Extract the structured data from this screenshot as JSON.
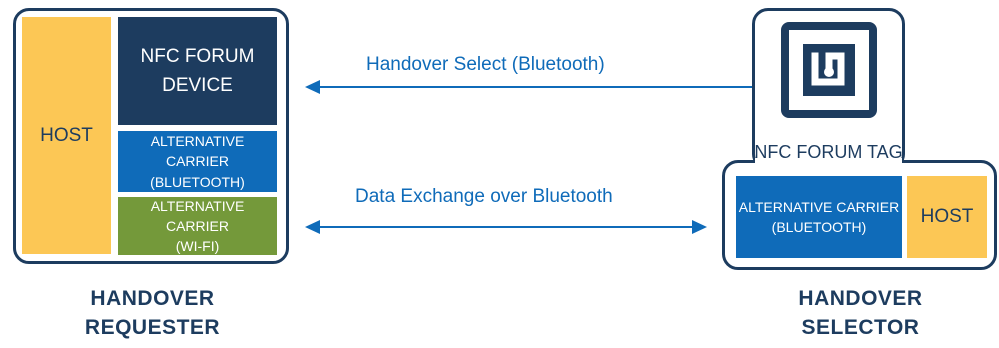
{
  "requester": {
    "host_label": "HOST",
    "nfc_device_label": "NFC FORUM\nDEVICE",
    "alt_carrier_bluetooth_label": "ALTERNATIVE CARRIER\n(BLUETOOTH)",
    "alt_carrier_wifi_label": "ALTERNATIVE CARRIER\n(WI-FI)",
    "caption": "HANDOVER\nREQUESTER"
  },
  "selector": {
    "tag_label": "NFC FORUM TAG",
    "alt_carrier_bluetooth_label": "ALTERNATIVE CARRIER\n(BLUETOOTH)",
    "host_label": "HOST",
    "caption": "HANDOVER\nSELECTOR",
    "tag_icon": "nfc-tag-icon"
  },
  "flows": {
    "handover_select_label": "Handover Select (Bluetooth)",
    "data_exchange_label": "Data Exchange over Bluetooth"
  },
  "colors": {
    "navy": "#1d3c5f",
    "blue": "#0f6bb9",
    "green": "#74993a",
    "yellow": "#fcc755"
  }
}
